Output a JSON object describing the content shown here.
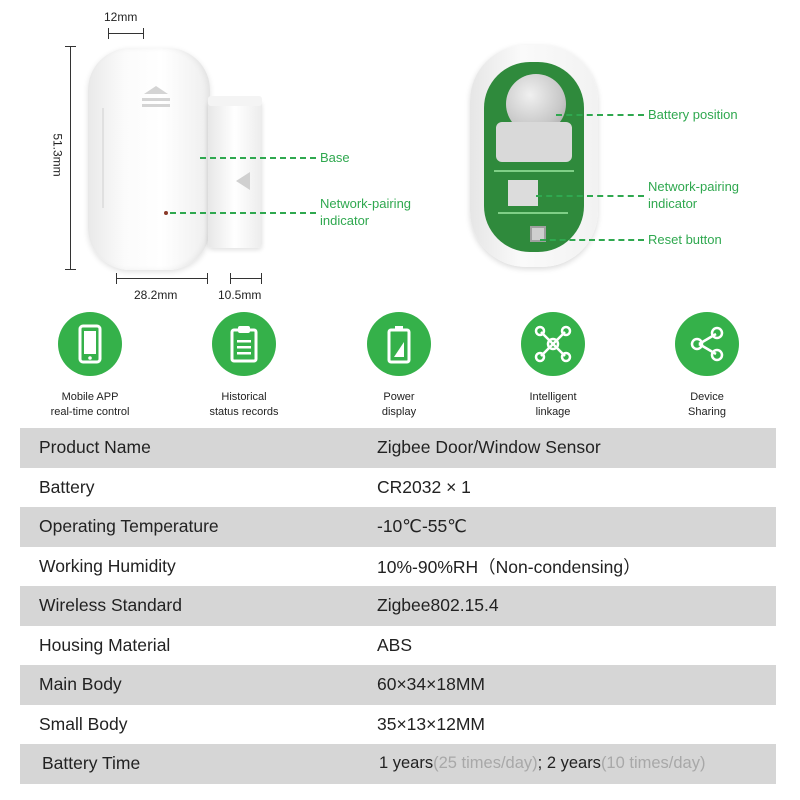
{
  "dimensions": {
    "top_width": "12mm",
    "height": "51.3mm",
    "base_width": "28.2mm",
    "magnet_width": "10.5mm"
  },
  "callouts_left": {
    "base": "Base",
    "pairing_line1": "Network-pairing",
    "pairing_line2": "indicator"
  },
  "callouts_right": {
    "battery_position": "Battery position",
    "pairing_line1": "Network-pairing",
    "pairing_line2": "indicator",
    "reset_button": "Reset button"
  },
  "features": [
    {
      "icon": "smartphone-icon",
      "line1": "Mobile APP",
      "line2": "real-time control"
    },
    {
      "icon": "clipboard-icon",
      "line1": "Historical",
      "line2": "status records"
    },
    {
      "icon": "battery-icon",
      "line1": "Power",
      "line2": "display"
    },
    {
      "icon": "network-nodes-icon",
      "line1": "Intelligent",
      "line2": "linkage"
    },
    {
      "icon": "share-icon",
      "line1": "Device",
      "line2": "Sharing"
    }
  ],
  "specs": [
    {
      "key": "Product Name",
      "value": "Zigbee Door/Window Sensor"
    },
    {
      "key": "Battery",
      "value": "CR2032 × 1"
    },
    {
      "key": "Operating Temperature",
      "value": "-10℃-55℃"
    },
    {
      "key": "Working Humidity",
      "value": "10%-90%RH（Non-condensing）"
    },
    {
      "key": "Wireless Standard",
      "value": "Zigbee802.15.4"
    },
    {
      "key": "Housing Material",
      "value": "ABS"
    },
    {
      "key": "Main Body",
      "value": "60×34×18MM"
    },
    {
      "key": "Small Body",
      "value": "35×13×12MM"
    }
  ],
  "battery_time": {
    "key": "Battery Time",
    "part1": "1 years",
    "part1_note": "(25 times/day)",
    "separator": "; ",
    "part2": "2 years",
    "part2_note": "(10 times/day)"
  },
  "colors": {
    "accent_green": "#35b14a",
    "callout_green": "#2fa84f",
    "row_gray": "#d6d6d6"
  }
}
